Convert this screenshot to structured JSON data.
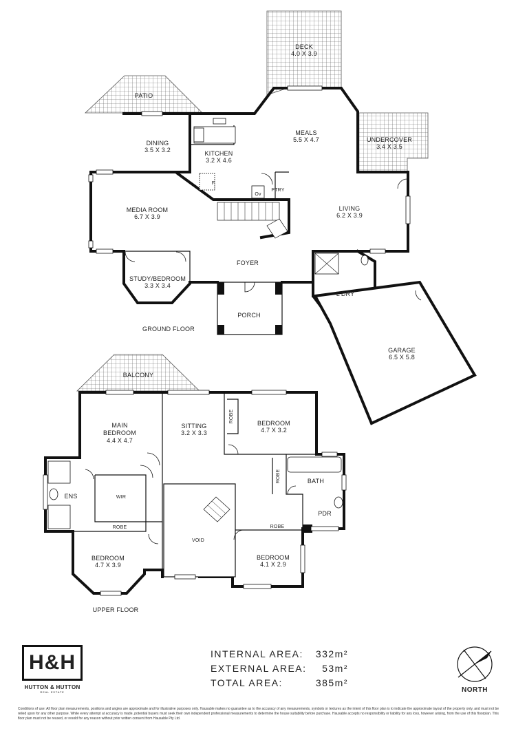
{
  "ground_floor": {
    "label": "GROUND FLOOR",
    "rooms": {
      "deck": {
        "name": "DECK",
        "dims": "4.0 X 3.9"
      },
      "patio": {
        "name": "PATIO"
      },
      "dining": {
        "name": "DINING",
        "dims": "3.5 X 3.2"
      },
      "kitchen": {
        "name": "KITCHEN",
        "dims": "3.2 X 4.6"
      },
      "meals": {
        "name": "MEALS",
        "dims": "5.5 X 4.7"
      },
      "undercover": {
        "name": "UNDERCOVER",
        "dims": "3.4 X 3.5"
      },
      "media": {
        "name": "MEDIA ROOM",
        "dims": "6.7 X 3.9"
      },
      "living": {
        "name": "LIVING",
        "dims": "6.2 X 3.9"
      },
      "foyer": {
        "name": "FOYER"
      },
      "study": {
        "name": "STUDY/BEDROOM",
        "dims": "3.3 X 3.4"
      },
      "porch": {
        "name": "PORCH"
      },
      "laundry": {
        "name": "L'DRY"
      },
      "garage": {
        "name": "GARAGE",
        "dims": "6.5 X 5.8"
      },
      "pantry": {
        "name": "PTRY"
      },
      "oven": {
        "name": "Ov"
      },
      "fridge": {
        "name": "F"
      }
    }
  },
  "upper_floor": {
    "label": "UPPER FLOOR",
    "rooms": {
      "balcony": {
        "name": "BALCONY"
      },
      "main_bedroom": {
        "name_l1": "MAIN",
        "name_l2": "BEDROOM",
        "dims": "4.4 X 4.7"
      },
      "sitting": {
        "name": "SITTING",
        "dims": "3.2 X 3.3"
      },
      "bedroom_ne": {
        "name": "BEDROOM",
        "dims": "4.7 X 3.2"
      },
      "robe_a": {
        "name": "ROBE"
      },
      "robe_b": {
        "name": "ROBE"
      },
      "robe_c": {
        "name": "ROBE"
      },
      "robe_d": {
        "name": "ROBE"
      },
      "bath": {
        "name": "BATH"
      },
      "ens": {
        "name": "ENS"
      },
      "wir": {
        "name": "WIR"
      },
      "pdr": {
        "name": "PDR"
      },
      "void": {
        "name": "VOID"
      },
      "bedroom_sw": {
        "name": "BEDROOM",
        "dims": "4.7 X 3.9"
      },
      "bedroom_se": {
        "name": "BEDROOM",
        "dims": "4.1 X 2.9"
      }
    }
  },
  "brand": {
    "logo_text": "H&H",
    "name": "HUTTON & HUTTON",
    "sub": "REAL ESTATE"
  },
  "areas": [
    {
      "label": "INTERNAL AREA:",
      "value": "332m²"
    },
    {
      "label": "EXTERNAL AREA:",
      "value": "53m²"
    },
    {
      "label": "TOTAL AREA:",
      "value": "385m²"
    }
  ],
  "north_label": "NORTH",
  "disclaimer": "Conditions of use: All floor plan measurements, positions and angles are approximate and for illustrative purposes only. Hausable makes no guarantee as to the accuracy of any measurements, symbols or textures as the intent of this floor plan is to indicate the approximate layout of the property only, and must not be relied upon for any other purpose. While every attempt at accuracy is made, potential buyers must seek their own independent professional measurements to determine the house suitability before purchase. Hausable accepts no responsibility or liability for any loss, however arising, from the use of this floorplan. This floor plan must not be reused, or resold for any reason without prior written consent from Hausable Pty Ltd."
}
